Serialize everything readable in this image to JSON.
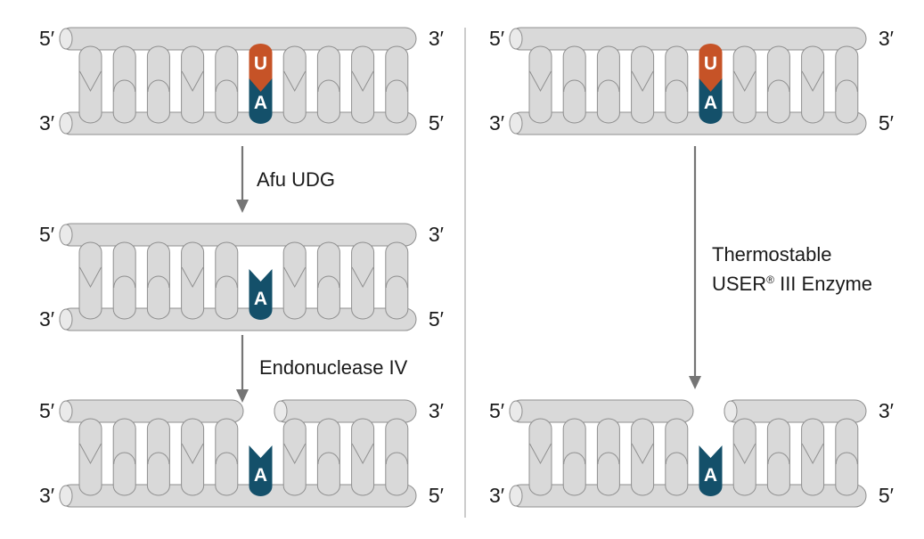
{
  "figure": {
    "description": "DNA uracil excision pathway comparison",
    "left_pathway_steps": [
      "Afu UDG",
      "Endonuclease IV"
    ],
    "right_pathway_step": "Thermostable USER III Enzyme"
  },
  "colors": {
    "backbone_fill": "#d9d9d9",
    "cap_fill": "#eaeaea",
    "outline": "#8f8f8f",
    "uracil_orange": "#c65327",
    "adenine_teal": "#14506a",
    "arrow_gray": "#757575",
    "divider_gray": "#cccccc",
    "letter_white": "#ffffff",
    "text_black": "#1a1a1a"
  },
  "base_labels": {
    "u": "U",
    "a": "A"
  },
  "arrows": {
    "arrow1_label": "Afu UDG",
    "arrow2_label": "Endonuclease IV",
    "arrow3_line1": "Thermostable",
    "arrow3_line2_pre": "USER",
    "arrow3_reg": "®",
    "arrow3_line2_post": " III Enzyme"
  },
  "joint_pattern": [
    "v",
    "arc",
    "arc",
    "v",
    "arc",
    "base",
    "v",
    "arc",
    "v",
    "arc"
  ],
  "diagrams": [
    {
      "name": "dna-top-left",
      "variant": "ua",
      "ends": {
        "tl": "5′",
        "tr": "3′",
        "bl": "3′",
        "br": "5′"
      }
    },
    {
      "name": "dna-middle-left",
      "variant": "a-only",
      "ends": {
        "tl": "5′",
        "tr": "3′",
        "bl": "3′",
        "br": "5′"
      }
    },
    {
      "name": "dna-bottom-left",
      "variant": "nicked",
      "ends": {
        "tl": "5′",
        "tr": "3′",
        "bl": "3′",
        "br": "5′"
      }
    },
    {
      "name": "dna-top-right",
      "variant": "ua",
      "ends": {
        "tl": "5′",
        "tr": "3′",
        "bl": "3′",
        "br": "5′"
      }
    },
    {
      "name": "dna-bottom-right",
      "variant": "nicked",
      "ends": {
        "tl": "5′",
        "tr": "3′",
        "bl": "3′",
        "br": "5′"
      }
    }
  ]
}
